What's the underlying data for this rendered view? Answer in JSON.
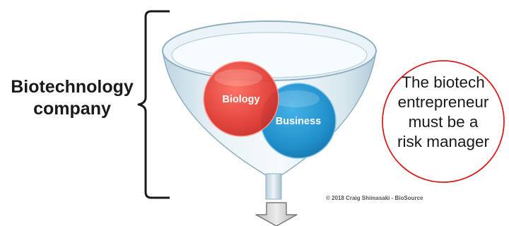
{
  "company_label": {
    "line1": "Biotechnology",
    "line2": "company"
  },
  "funnel": {
    "circles": [
      {
        "label": "Biology",
        "color": "#e8473f"
      },
      {
        "label": "Business",
        "color": "#2a95cf"
      }
    ]
  },
  "callout": {
    "lines": [
      "The biotech",
      "entrepreneur",
      "must be a",
      "risk manager"
    ],
    "border_color": "#d91e1e"
  },
  "copyright": "© 2018 Craig Shimasaki - BioSource"
}
